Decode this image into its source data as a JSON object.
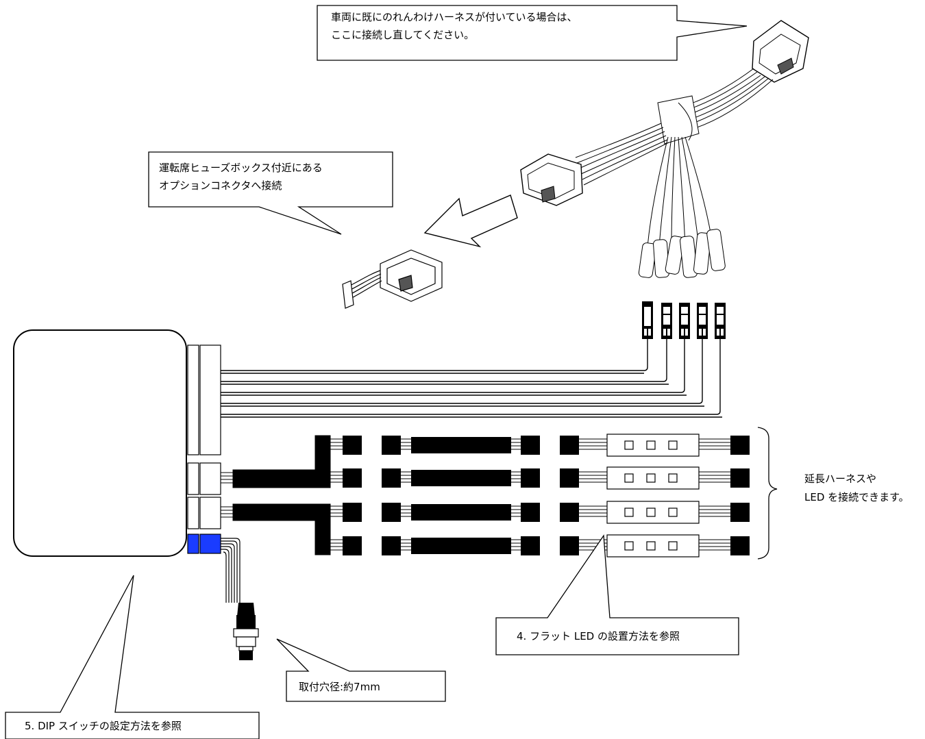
{
  "callouts": {
    "existing_harness": {
      "line1": "車両に既にのれんわけハーネスが付いている場合は、",
      "line2": "ここに接続し直してください。"
    },
    "option_connector": {
      "line1": "運転席ヒューズボックス付近にある",
      "line2": "オプションコネクタへ接続"
    },
    "flat_led": {
      "text": "4. フラット LED の設置方法を参照"
    },
    "mount_hole": {
      "text": "取付穴径:約7mm"
    },
    "dip_switch": {
      "text": "5. DIP スイッチの設定方法を参照"
    }
  },
  "side_label": {
    "line1": "延長ハーネスや",
    "line2": "LED を接続できます。"
  },
  "colors": {
    "line": "#000000",
    "port_blue": "#1a3cff",
    "background": "#ffffff"
  },
  "icons": {
    "harness": "branch-harness-icon",
    "arrow": "hollow-arrow-icon",
    "connector": "connector-plug-icon",
    "switch": "push-switch-icon",
    "led": "flat-led-icon"
  }
}
